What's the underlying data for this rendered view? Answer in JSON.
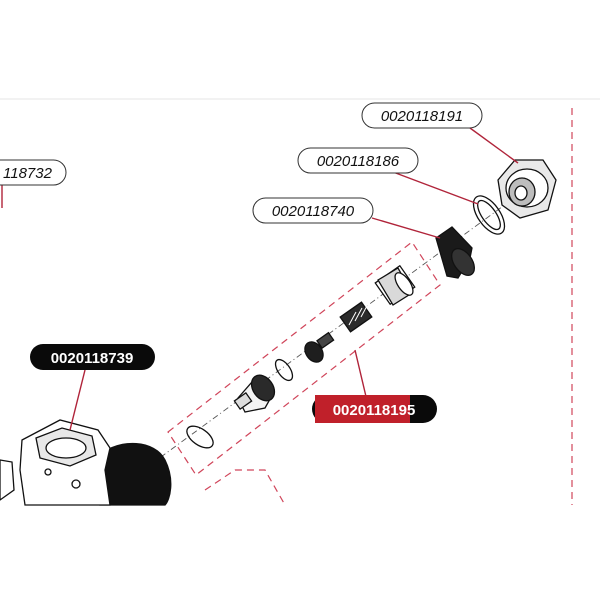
{
  "callouts": {
    "part_0020118191": "0020118191",
    "part_0020118186": "0020118186",
    "part_0020118740": "0020118740",
    "part_118732": "118732",
    "part_0020118739": "0020118739",
    "part_0020118195_highlight": "0020118195"
  },
  "colors": {
    "leader_line": "#b0243a",
    "assembly_dash": "#d0455a",
    "highlight": "#c0202a",
    "dark_label": "#0a0a0a"
  }
}
